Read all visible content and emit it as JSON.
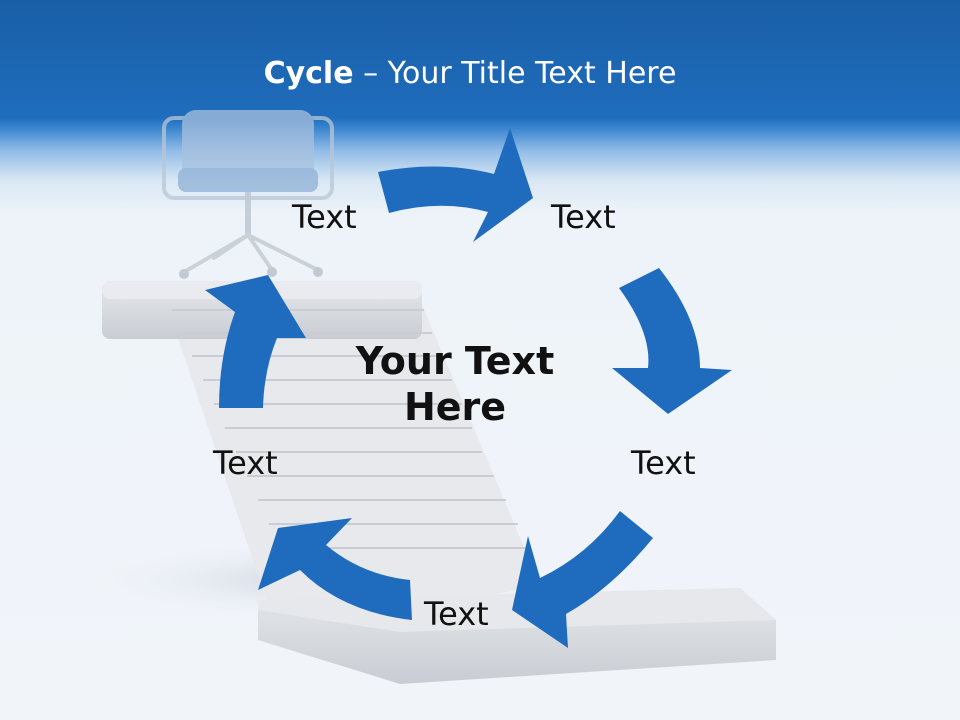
{
  "slide": {
    "title_bold": "Cycle",
    "title_rest": " – Your Title Text Here",
    "center_line1": "Your Text",
    "center_line2": "Here"
  },
  "cycle": {
    "labels": [
      "Text",
      "Text",
      "Text",
      "Text",
      "Text"
    ],
    "arrow_color": "#1f6bbd"
  },
  "colors": {
    "header_blue": "#1f6dbd",
    "stair_gray": "#dde0e4",
    "title_text": "#ffffff"
  },
  "icons": {
    "chair": "office-chair-icon",
    "stairs": "staircase-illustration"
  }
}
